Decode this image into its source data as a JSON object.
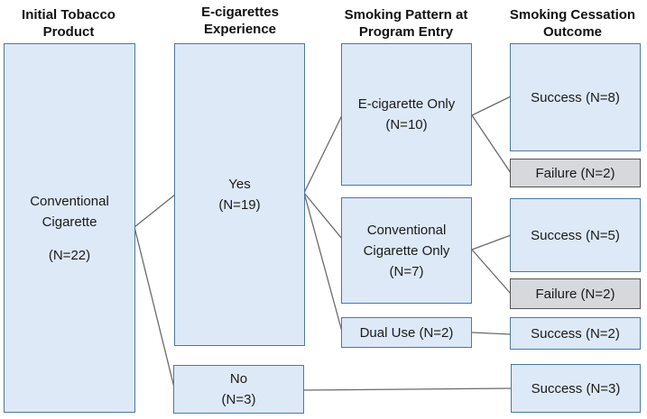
{
  "headers": {
    "col1": [
      "Initial Tobacco",
      "Product"
    ],
    "col2": [
      "E-cigarettes",
      "Experience"
    ],
    "col3": [
      "Smoking Pattern at",
      "Program Entry"
    ],
    "col4": [
      "Smoking Cessation",
      "Outcome"
    ]
  },
  "nodes": {
    "conventional": {
      "lines": [
        "Conventional",
        "Cigarette"
      ],
      "count": "(N=22)"
    },
    "yes": {
      "label": "Yes",
      "count": "(N=19)"
    },
    "no": {
      "label": "No",
      "count": "(N=3)"
    },
    "ecig_only": {
      "label": "E-cigarette Only",
      "count": "(N=10)"
    },
    "conv_only": {
      "lines": [
        "Conventional",
        "Cigarette Only"
      ],
      "count": "(N=7)"
    },
    "dual": {
      "label": "Dual Use (N=2)"
    },
    "success_8": {
      "label": "Success (N=8)"
    },
    "failure_2a": {
      "label": "Failure (N=2)"
    },
    "success_5": {
      "label": "Success (N=5)"
    },
    "failure_2b": {
      "label": "Failure (N=2)"
    },
    "success_2": {
      "label": "Success (N=2)"
    },
    "success_3": {
      "label": "Success (N=3)"
    }
  },
  "colors": {
    "box_fill": "#dde9f6",
    "box_border": "#4a78a8",
    "failure_fill": "#d6d8dc",
    "connector": "#6a6a6a"
  }
}
